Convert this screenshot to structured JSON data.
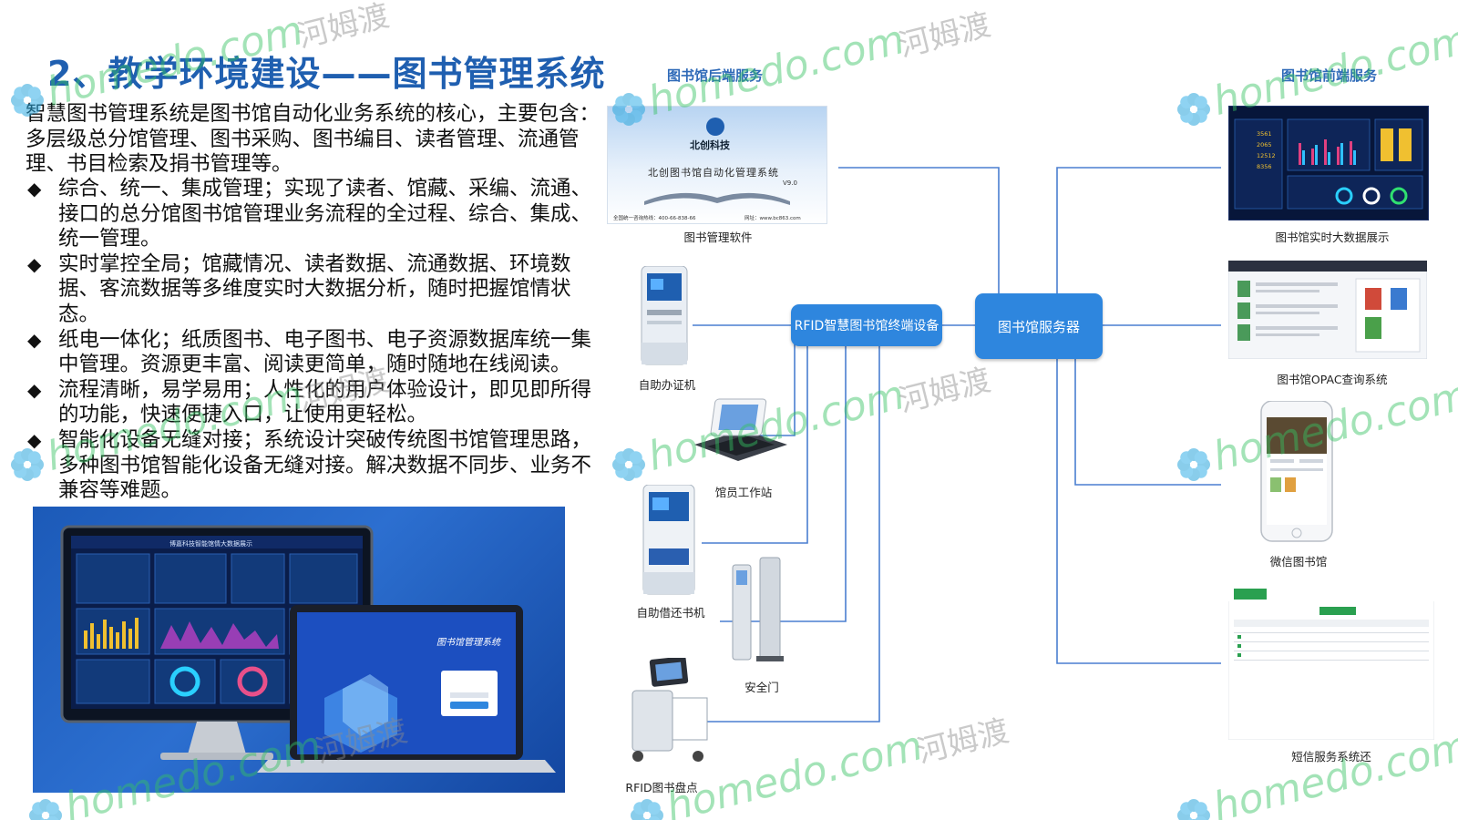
{
  "title": "2、教学环境建设——图书管理系统",
  "intro": "智慧图书管理系统是图书馆自动化业务系统的核心，主要包含：多层级总分馆管理、图书采购、图书编目、读者管理、流通管理、书目检索及捐书管理等。",
  "bullets": [
    "综合、统一、集成管理；实现了读者、馆藏、采编、流通、接口的总分馆图书馆管理业务流程的全过程、综合、集成、统一管理。",
    "实时掌控全局；馆藏情况、读者数据、流通数据、环境数据、客流数据等多维度实时大数据分析，随时把握馆情状态。",
    "纸电一体化；纸质图书、电子图书、电子资源数据库统一集中管理。资源更丰富、阅读更简单，随时随地在线阅读。",
    "流程清晰，易学易用；人性化的用户体验设计，即见即所得的功能，快速便捷入口，让使用更轻松。",
    "智能化设备无缝对接；系统设计突破传统图书馆管理思路，多种图书馆智能化设备无缝对接。解决数据不同步、业务不兼容等难题。"
  ],
  "diagram": {
    "backend_label": "图书馆后端服务",
    "frontend_label": "图书馆前端服务",
    "terminal_node": "RFID智慧图书馆终端设备",
    "server_node": "图书馆服务器",
    "software": {
      "caption": "图书管理软件",
      "brand": "北创科技",
      "product": "北创图书馆自动化管理系统",
      "version": "V9.0",
      "hotline": "全国统一咨询热线：400-66-838-66",
      "website": "网址：www.bc863.com"
    },
    "devices": [
      {
        "caption": "自助办证机"
      },
      {
        "caption": "馆员工作站"
      },
      {
        "caption": "自助借还书机"
      },
      {
        "caption": "安全门"
      },
      {
        "caption": "RFID图书盘点"
      }
    ],
    "frontends": [
      {
        "caption": "图书馆实时大数据展示"
      },
      {
        "caption": "图书馆OPAC查询系统"
      },
      {
        "caption": "微信图书馆"
      },
      {
        "caption": "短信服务系统还"
      }
    ],
    "dashboard_numbers": [
      "3561",
      "2065",
      "12512",
      "8356"
    ]
  },
  "promo": {
    "monitor_title": "博嘉科技智能馆情大数据展示",
    "laptop_title": "图书馆管理系统"
  },
  "watermark": {
    "text": "homedo.com",
    "cn": "河姆渡"
  },
  "colors": {
    "title": "#1f5fb0",
    "node": "#2e86de",
    "line": "#4a7fd0",
    "watermark": "#35c262"
  }
}
